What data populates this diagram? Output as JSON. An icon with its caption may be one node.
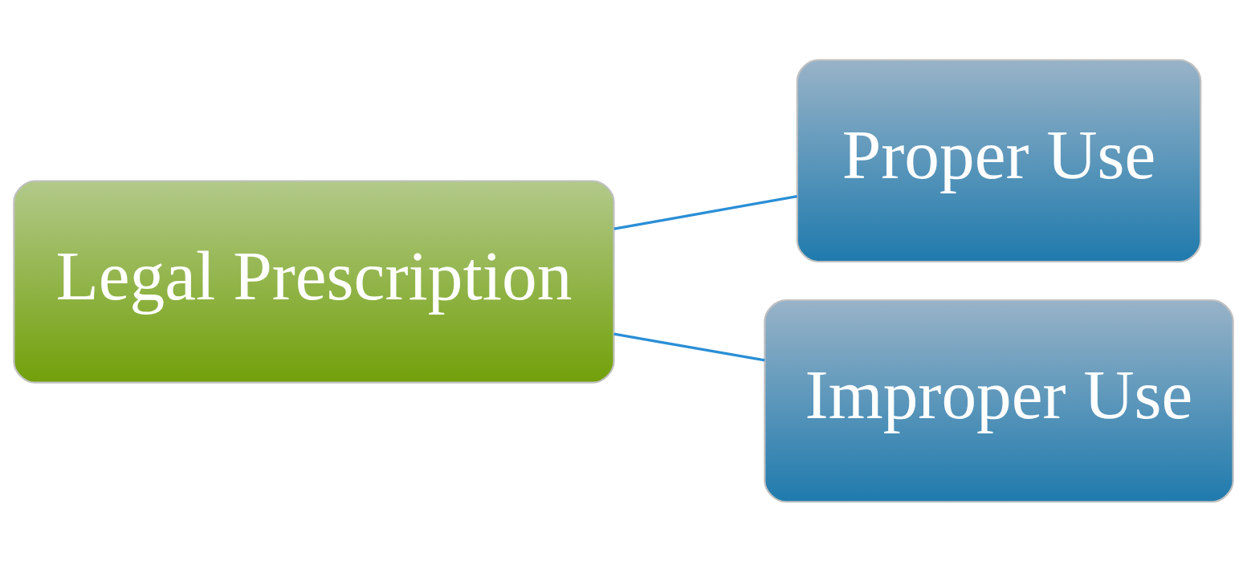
{
  "diagram": {
    "nodes": [
      {
        "text": [
          "Legal Prescription"
        ]
      },
      {
        "text": [
          "Proper Use"
        ]
      },
      {
        "text": [
          "Improper Use"
        ]
      }
    ],
    "edges": [
      {
        "from": 0,
        "to": 1,
        "arrow": "none"
      },
      {
        "from": 0,
        "to": 2,
        "arrow": "none"
      }
    ]
  }
}
